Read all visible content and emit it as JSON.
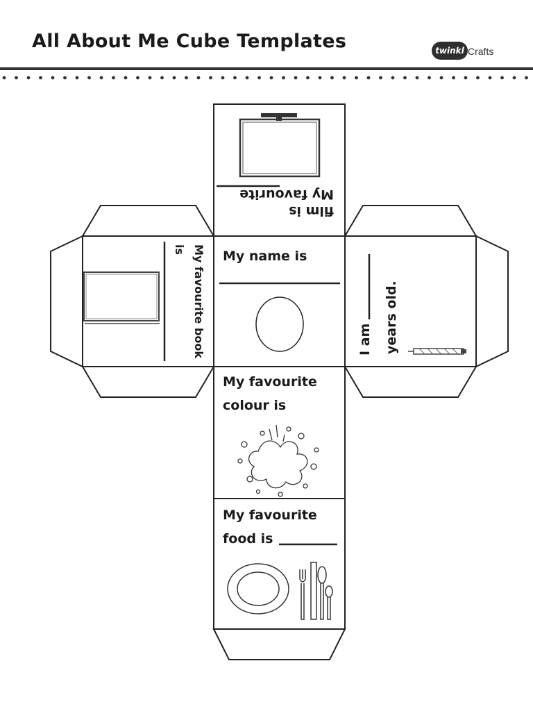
{
  "header": {
    "title": "All About Me Cube Templates",
    "brand_logo": "twinkl",
    "brand_label": "Crafts"
  },
  "faces": {
    "film": {
      "line1": "My favourite",
      "line2": "film is",
      "icon": "tv-icon"
    },
    "book": {
      "line1": "My favourite book",
      "line2": "is",
      "icon": "book-icon"
    },
    "name": {
      "text": "My name is",
      "icon": "oval-frame-icon"
    },
    "age": {
      "text_a": "I am",
      "text_b": "years old.",
      "icon": "candle-icon"
    },
    "colour": {
      "line1": "My favourite",
      "line2": "colour is",
      "icon": "paint-splat-icon"
    },
    "food": {
      "line1": "My favourite",
      "line2": "food is",
      "icon": "plate-cutlery-icon"
    }
  },
  "colors": {
    "ink": "#1a1a1a",
    "line": "#222222",
    "paper": "#ffffff"
  }
}
